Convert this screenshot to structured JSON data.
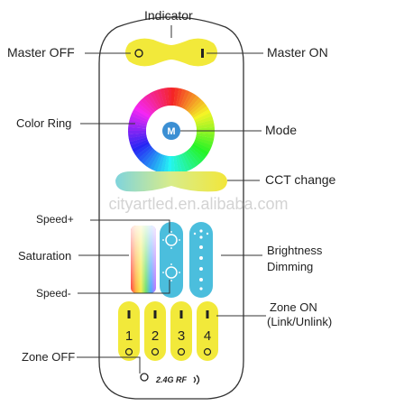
{
  "labels": {
    "indicator": "Indicator",
    "master_off": "Master OFF",
    "master_on": "Master ON",
    "color_ring": "Color Ring",
    "mode": "Mode",
    "cct_change": "CCT change",
    "speed_plus": "Speed+",
    "saturation": "Saturation",
    "brightness": "Brightness",
    "dimming": "Dimming",
    "speed_minus": "Speed-",
    "zone_on": "Zone ON",
    "link_unlink": "(Link/Unlink)",
    "zone_off": "Zone OFF"
  },
  "remote": {
    "mode_button": "M",
    "rf_label": "2.4G RF",
    "watermark": "cityartled.en.alibaba.com",
    "zones": [
      "1",
      "2",
      "3",
      "4"
    ],
    "off_symbol": "O",
    "on_symbol": "I"
  },
  "colors": {
    "body": "#ffffff",
    "outline": "#333333",
    "yellow": "#f2e93a",
    "cyan": "#4bbedd",
    "mode_center": "#3b8fd3",
    "leader": "#333333"
  }
}
